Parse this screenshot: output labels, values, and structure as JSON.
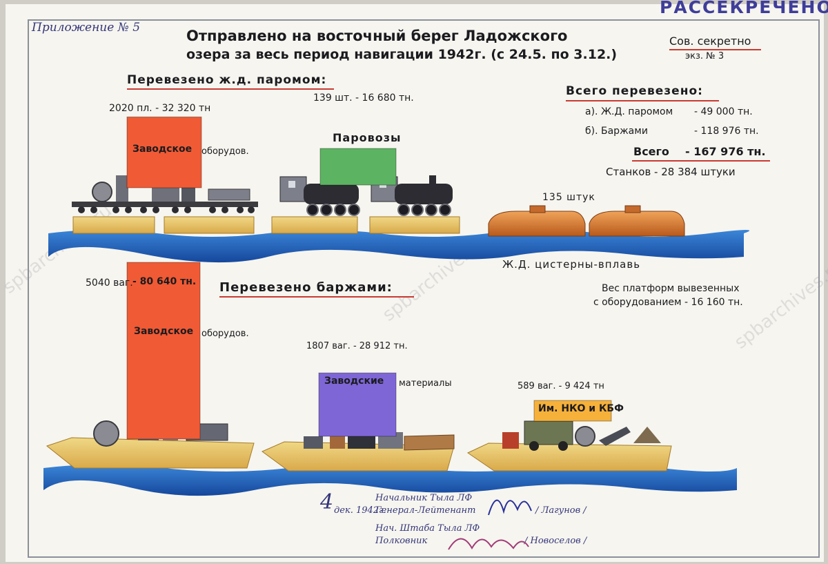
{
  "header": {
    "appendix": "Приложение № 5",
    "title_line1": "Отправлено на восточный берег Ладожского",
    "title_line2": "озера за весь период навигации 1942г. (с 24.5. по 3.12.)",
    "stamp": "РАССЕКРЕЧЕНО",
    "secrecy": "Сов. секретно",
    "copy_no": "экз. № 3"
  },
  "sections": {
    "ferry": "Перевезено ж.д. паромом:",
    "barges": "Перевезено баржами:"
  },
  "ferry": {
    "equipment_value_label": "2020 пл. - 32 320 тн",
    "equipment_name_a": "Заводское",
    "equipment_name_b": "оборудов.",
    "loco_value_label": "139 шт. - 16 680 тн.",
    "loco_name": "Паровозы",
    "tanks_value_label": "135 штук",
    "tanks_name": "Ж.Д. цистерны-вплавь"
  },
  "totals": {
    "heading": "Всего перевезено:",
    "a_label": "а). Ж.Д. паромом",
    "a_value": "- 49 000 тн.",
    "b_label": "б). Баржами",
    "b_value": "- 118 976 тн.",
    "sum_label": "Всего",
    "sum_value": "- 167 976 тн.",
    "machines": "Станков - 28 384 штуки"
  },
  "barges": {
    "equipment_value_a": "5040 ваг.",
    "equipment_value_b": "- 80 640 тн.",
    "equipment_name_a": "Заводское",
    "equipment_name_b": "оборудов.",
    "materials_value_label": "1807 ваг. - 28 912 тн.",
    "materials_name_a": "Заводские",
    "materials_name_b": "материалы",
    "nko_value_label": "589 ваг. - 9 424 тн",
    "nko_name": "Им. НКО и КБФ"
  },
  "platforms_note_1": "Вес платформ вывезенных",
  "platforms_note_2": "с оборудованием - 16 160 тн.",
  "signatures": {
    "date_day": "4",
    "date_rest": "дек. 1942г.",
    "chief_1": "Начальник Тыла ЛФ",
    "chief_2": "Генерал-Лейтенант",
    "chief_name": "/ Лагунов /",
    "staff_1": "Нач. Штаба Тыла ЛФ",
    "staff_2": "Полковник",
    "staff_name": "/ Новоселов /"
  },
  "watermark": "spbarchives.ru",
  "colors": {
    "equipment": "#f05a34",
    "locomotives": "#5cb462",
    "materials": "#7e66d6",
    "nko": "#f6b13a",
    "water": "#1f5cb8",
    "wood": "#eacb6c"
  },
  "chart_data": {
    "type": "bar",
    "groups": [
      {
        "name": "Перевезено ж.д. паромом",
        "categories": [
          "Заводское оборудов.",
          "Паровозы",
          "Ж.Д. цистерны-вплавь"
        ],
        "tonnes": [
          32320,
          16680,
          null
        ],
        "units": [
          2020,
          139,
          135
        ]
      },
      {
        "name": "Перевезено баржами",
        "categories": [
          "Заводское оборудов.",
          "Заводские материалы",
          "Им. НКО и КБФ"
        ],
        "tonnes": [
          80640,
          28912,
          9424
        ],
        "wagons": [
          5040,
          1807,
          589
        ]
      }
    ],
    "totals_tonnes": {
      "ferry": 49000,
      "barges": 118976,
      "all": 167976
    },
    "machines": 28384,
    "platform_weight_tonnes": 16160
  }
}
